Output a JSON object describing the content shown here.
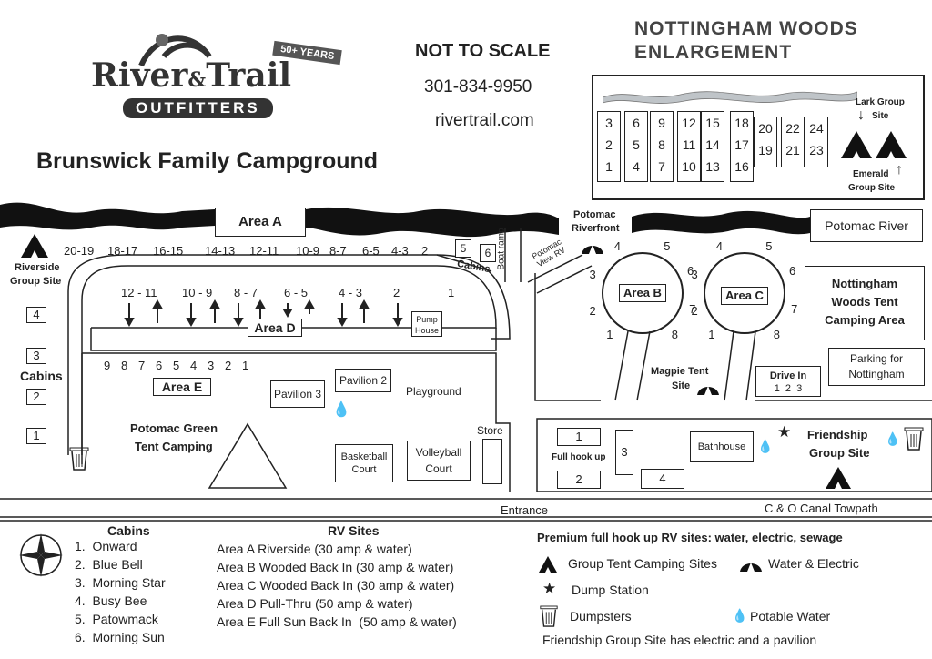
{
  "brand": {
    "name_line1": "River",
    "amp": "&",
    "name_line2": "Trail",
    "sub": "OUTFITTERS",
    "badge": "50+ YEARS"
  },
  "header": {
    "scale_note": "NOT TO SCALE",
    "phone": "301-834-9950",
    "website": "rivertrail.com",
    "title": "Brunswick Family Campground"
  },
  "enlargement": {
    "title_line1": "NOTTINGHAM WOODS",
    "title_line2": "ENLARGEMENT",
    "site_columns": [
      [
        "3",
        "2",
        "1"
      ],
      [
        "6",
        "5",
        "4"
      ],
      [
        "9",
        "8",
        "7"
      ],
      [
        "12",
        "11",
        "10"
      ],
      [
        "15",
        "14",
        "13"
      ],
      [
        "18",
        "17",
        "16"
      ],
      [
        "20",
        "19"
      ],
      [
        "22",
        "21"
      ],
      [
        "24",
        "23"
      ]
    ],
    "lark_label_1": "Lark Group",
    "lark_label_2": "Site",
    "emerald_label_1": "Emerald",
    "emerald_label_2": "Group Site"
  },
  "map": {
    "area_a": "Area A",
    "area_b": "Area B",
    "area_c": "Area C",
    "area_d": "Area D",
    "area_e": "Area E",
    "potomac_river": "Potomac River",
    "riverside_1": "Riverside",
    "riverside_2": "Group Site",
    "cabins_left": "Cabins",
    "cabins_left_nums": [
      "4",
      "3",
      "2",
      "1"
    ],
    "cabins_top": "Cabins",
    "cabins_top_nums": [
      "5",
      "6"
    ],
    "boat_ramp": "Boat ramp",
    "potomac_view_rv": "Potomac View RV",
    "potomac_riverfront_1": "Potomac",
    "potomac_riverfront_2": "Riverfront",
    "area_a_sites": [
      "20-19",
      "18-17",
      "16-15",
      "14-13",
      "12-11",
      "10-9",
      "8-7",
      "6-5",
      "4-3",
      "2"
    ],
    "area_d_sites": [
      "12 - 11",
      "10 - 9",
      "8 - 7",
      "6 - 5",
      "4 - 3",
      "2",
      "1"
    ],
    "area_e_sites": [
      "9",
      "8",
      "7",
      "6",
      "5",
      "4",
      "3",
      "2",
      "1"
    ],
    "pump_house_1": "Pump",
    "pump_house_2": "House",
    "pavilion_2": "Pavilion 2",
    "pavilion_3": "Pavilion 3",
    "playground": "Playground",
    "potomac_green_1": "Potomac Green",
    "potomac_green_2": "Tent Camping",
    "basketball_1": "Basketball",
    "basketball_2": "Court",
    "volleyball_1": "Volleyball",
    "volleyball_2": "Court",
    "store": "Store",
    "entrance": "Entrance",
    "towpath": "C & O Canal Towpath",
    "area_b_sites": [
      "1",
      "2",
      "3",
      "4",
      "5",
      "6",
      "7",
      "8"
    ],
    "area_c_sites": [
      "1",
      "2",
      "3",
      "4",
      "5",
      "6",
      "7",
      "8"
    ],
    "magpie_1": "Magpie Tent",
    "magpie_2": "Site",
    "drive_in": "Drive In",
    "drive_in_nums": "1  2  3",
    "nottingham_1": "Nottingham",
    "nottingham_2": "Woods Tent",
    "nottingham_3": "Camping Area",
    "parking_1": "Parking for",
    "parking_2": "Nottingham",
    "friendship_1": "Friendship",
    "friendship_2": "Group Site",
    "full_hookup": "Full hook up",
    "full_hookup_nums": [
      "1",
      "2",
      "3",
      "4"
    ],
    "bathhouse": "Bathhouse"
  },
  "legend": {
    "cabins_title": "Cabins",
    "cabins": [
      "1.  Onward",
      "2.  Blue Bell",
      "3.  Morning Star",
      "4.  Busy Bee",
      "5.  Patowmack",
      "6.  Morning Sun"
    ],
    "rv_title": "RV Sites",
    "rv": [
      "Area A Riverside (30 amp & water)",
      "Area B Wooded Back In (30 amp & water)",
      "Area C Wooded Back In (30 amp & water)",
      "Area D Pull-Thru (50 amp & water)",
      "Area E Full Sun Back In  (50 amp & water)"
    ],
    "premium": "Premium full hook up RV sites: water, electric, sewage",
    "group_tent": "Group Tent Camping Sites",
    "water_electric": "Water & Electric",
    "dump_station": "Dump Station",
    "dumpsters": "Dumpsters",
    "potable_water": "Potable Water",
    "friendship_note": "Friendship Group Site has electric and a pavilion"
  }
}
